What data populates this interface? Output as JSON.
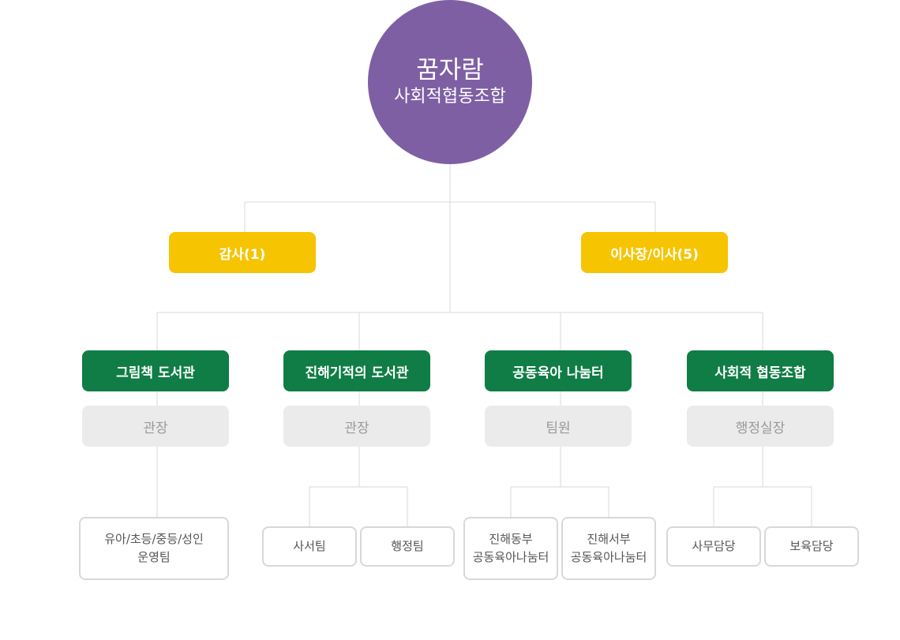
{
  "org": {
    "root": {
      "title": "꿈자람",
      "subtitle": "사회적협동조합"
    },
    "auditor": "감사(1)",
    "board": "이사장/이사(5)",
    "divisions": [
      {
        "name": "그림책 도서관",
        "head": "관장",
        "teams": [
          [
            "유아/초등/중등/성인",
            "운영팀"
          ]
        ]
      },
      {
        "name": "진해기적의 도서관",
        "head": "관장",
        "teams": [
          [
            "사서팀"
          ],
          [
            "행정팀"
          ]
        ]
      },
      {
        "name": "공동육아 나눔터",
        "head": "팀원",
        "teams": [
          [
            "진해동부",
            "공동육아나눔터"
          ],
          [
            "진해서부",
            "공동육아나눔터"
          ]
        ]
      },
      {
        "name": "사회적 협동조합",
        "head": "행정실장",
        "teams": [
          [
            "사무담당"
          ],
          [
            "보육담당"
          ]
        ]
      }
    ]
  },
  "colors": {
    "root": "#7e5fa4",
    "board": "#f6c400",
    "division": "#0f7d45",
    "head": "#ebebeb",
    "line": "#d8d8d8",
    "team_border": "#d8d8d8"
  }
}
